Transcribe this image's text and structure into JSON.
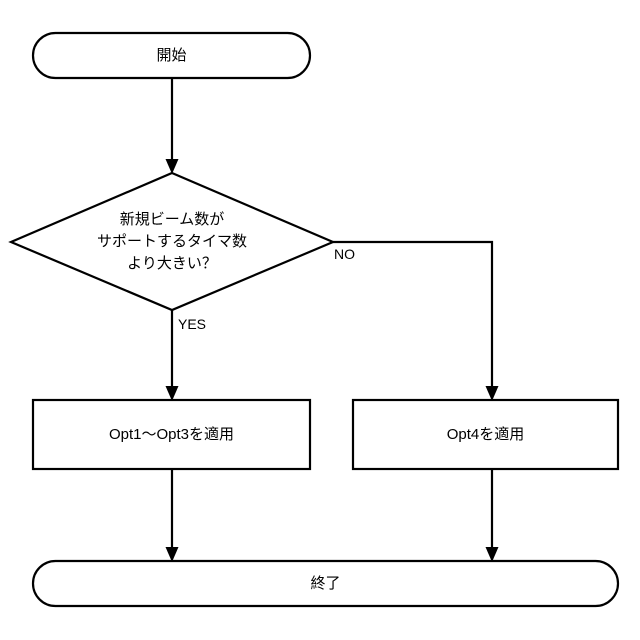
{
  "diagram": {
    "type": "flowchart",
    "background_color": "#ffffff",
    "stroke_color": "#000000",
    "text_color": "#000000",
    "nodes": {
      "start": {
        "shape": "terminator",
        "label": "開始"
      },
      "decision": {
        "shape": "diamond",
        "label": "新規ビーム数が\nサポートするタイマ数\nより大きい？"
      },
      "process_left": {
        "shape": "rectangle",
        "label": "Opt1〜Opt3を適用"
      },
      "process_right": {
        "shape": "rectangle",
        "label": "Opt4を適用"
      },
      "end": {
        "shape": "terminator",
        "label": "終了"
      }
    },
    "edges": {
      "yes_label": "YES",
      "no_label": "NO"
    }
  }
}
